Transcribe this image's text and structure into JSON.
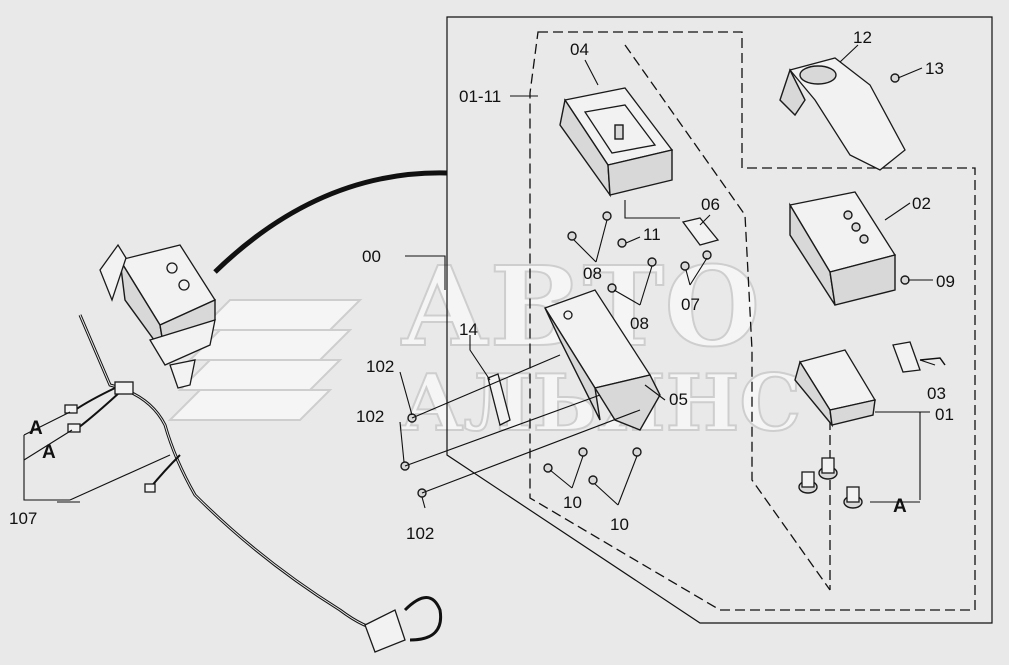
{
  "diagram": {
    "watermark": {
      "line1": "АВТО",
      "line2": "АЛЬЯНС"
    },
    "labels": {
      "p00": "00",
      "p01_11": "01-11",
      "p04": "04",
      "p12": "12",
      "p13": "13",
      "p02": "02",
      "p06": "06",
      "p11": "11",
      "p08a": "08",
      "p08b": "08",
      "p07": "07",
      "p09": "09",
      "p14": "14",
      "p102a": "102",
      "p102b": "102",
      "p102c": "102",
      "p05": "05",
      "p03": "03",
      "p01": "01",
      "p10a": "10",
      "p10b": "10",
      "pA_right": "A",
      "pA1": "A",
      "pA2": "A",
      "p107": "107"
    }
  }
}
